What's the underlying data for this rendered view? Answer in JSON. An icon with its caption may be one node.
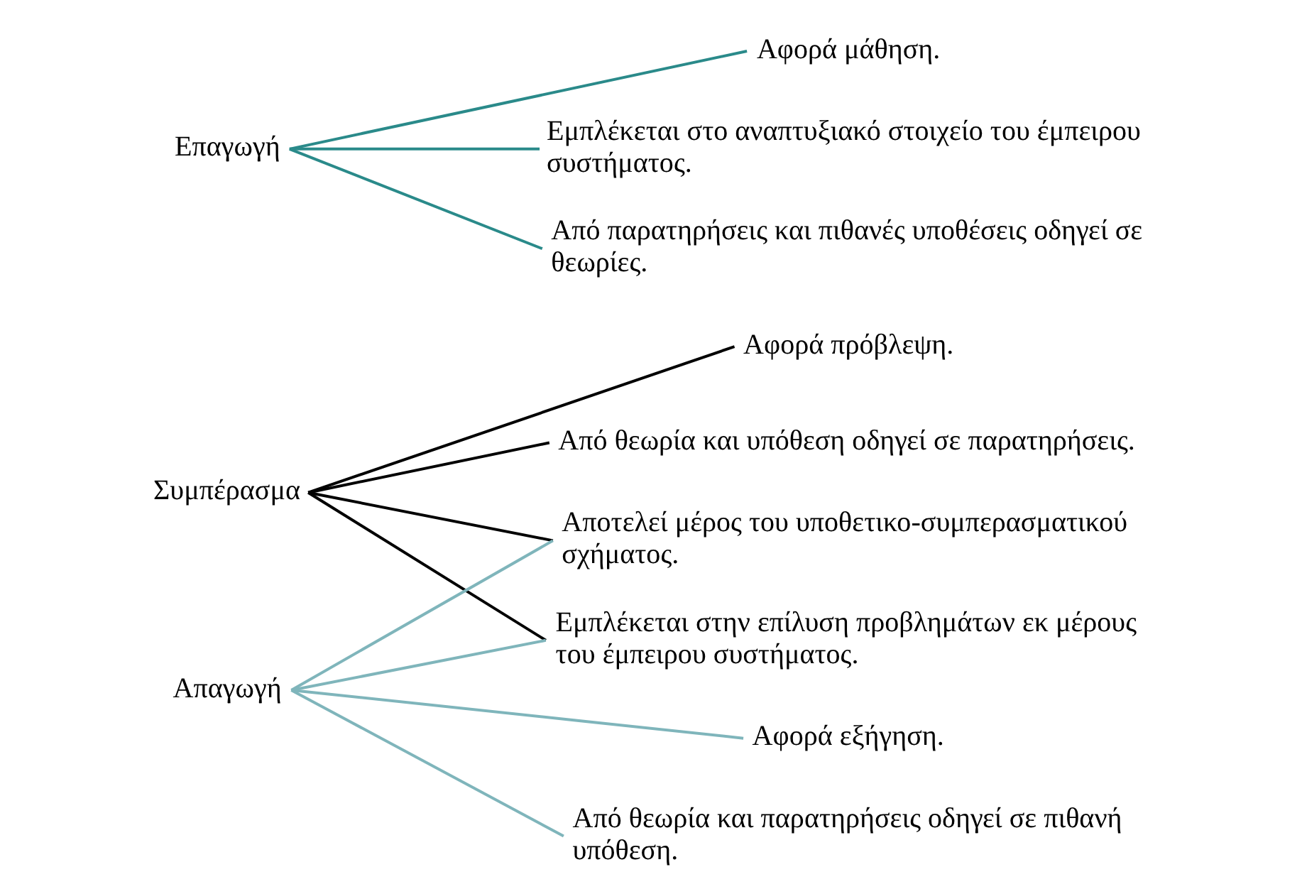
{
  "diagram": {
    "nodes": [
      {
        "text": [
          "Συμπέρασμα"
        ]
      },
      {
        "text": [
          "Απαγωγή"
        ]
      },
      {
        "text": [
          "Επαγωγή"
        ]
      },
      {
        "text": [
          "Αφορά μάθηση."
        ]
      },
      {
        "text": [
          "Αφορά πρόβλεψη."
        ]
      },
      {
        "text": [
          "Αφορά εξήγηση."
        ]
      },
      {
        "text": [
          "Αποτελεί μέρος του υποθετικο-συμπερασματικού σχήματος."
        ]
      },
      {
        "text": [
          "Εμπλέκεται στην επίλυση προβλημάτων εκ μέρους του έμπειρου συστήματος."
        ]
      },
      {
        "text": [
          "Εμπλέκεται στο αναπτυξιακό στοιχείο του έμπειρου συστήματος."
        ]
      },
      {
        "text": [
          "Από θεωρία και υπόθεση οδηγεί σε παρατηρήσεις."
        ]
      },
      {
        "text": [
          "Από παρατηρήσεις και πιθανές υποθέσεις οδηγεί σε θεωρίες."
        ]
      },
      {
        "text": [
          "Από θεωρία και παρατηρήσεις οδηγεί σε πιθανή υπόθεση."
        ]
      }
    ],
    "edges": [
      {
        "from": 0,
        "to": 4,
        "arrow": "none",
        "color": "#000000"
      },
      {
        "from": 0,
        "to": 6,
        "arrow": "none",
        "color": "#000000"
      },
      {
        "from": 0,
        "to": 7,
        "arrow": "none",
        "color": "#000000"
      },
      {
        "from": 0,
        "to": 9,
        "arrow": "none",
        "color": "#000000"
      },
      {
        "from": 1,
        "to": 5,
        "arrow": "none",
        "color": "#7fb5bb"
      },
      {
        "from": 1,
        "to": 6,
        "arrow": "none",
        "color": "#7fb5bb"
      },
      {
        "from": 1,
        "to": 7,
        "arrow": "none",
        "color": "#7fb5bb"
      },
      {
        "from": 1,
        "to": 11,
        "arrow": "none",
        "color": "#7fb5bb"
      },
      {
        "from": 2,
        "to": 3,
        "arrow": "none",
        "color": "#2a8a8a"
      },
      {
        "from": 2,
        "to": 8,
        "arrow": "none",
        "color": "#2a8a8a"
      },
      {
        "from": 2,
        "to": 10,
        "arrow": "none",
        "color": "#2a8a8a"
      }
    ]
  }
}
